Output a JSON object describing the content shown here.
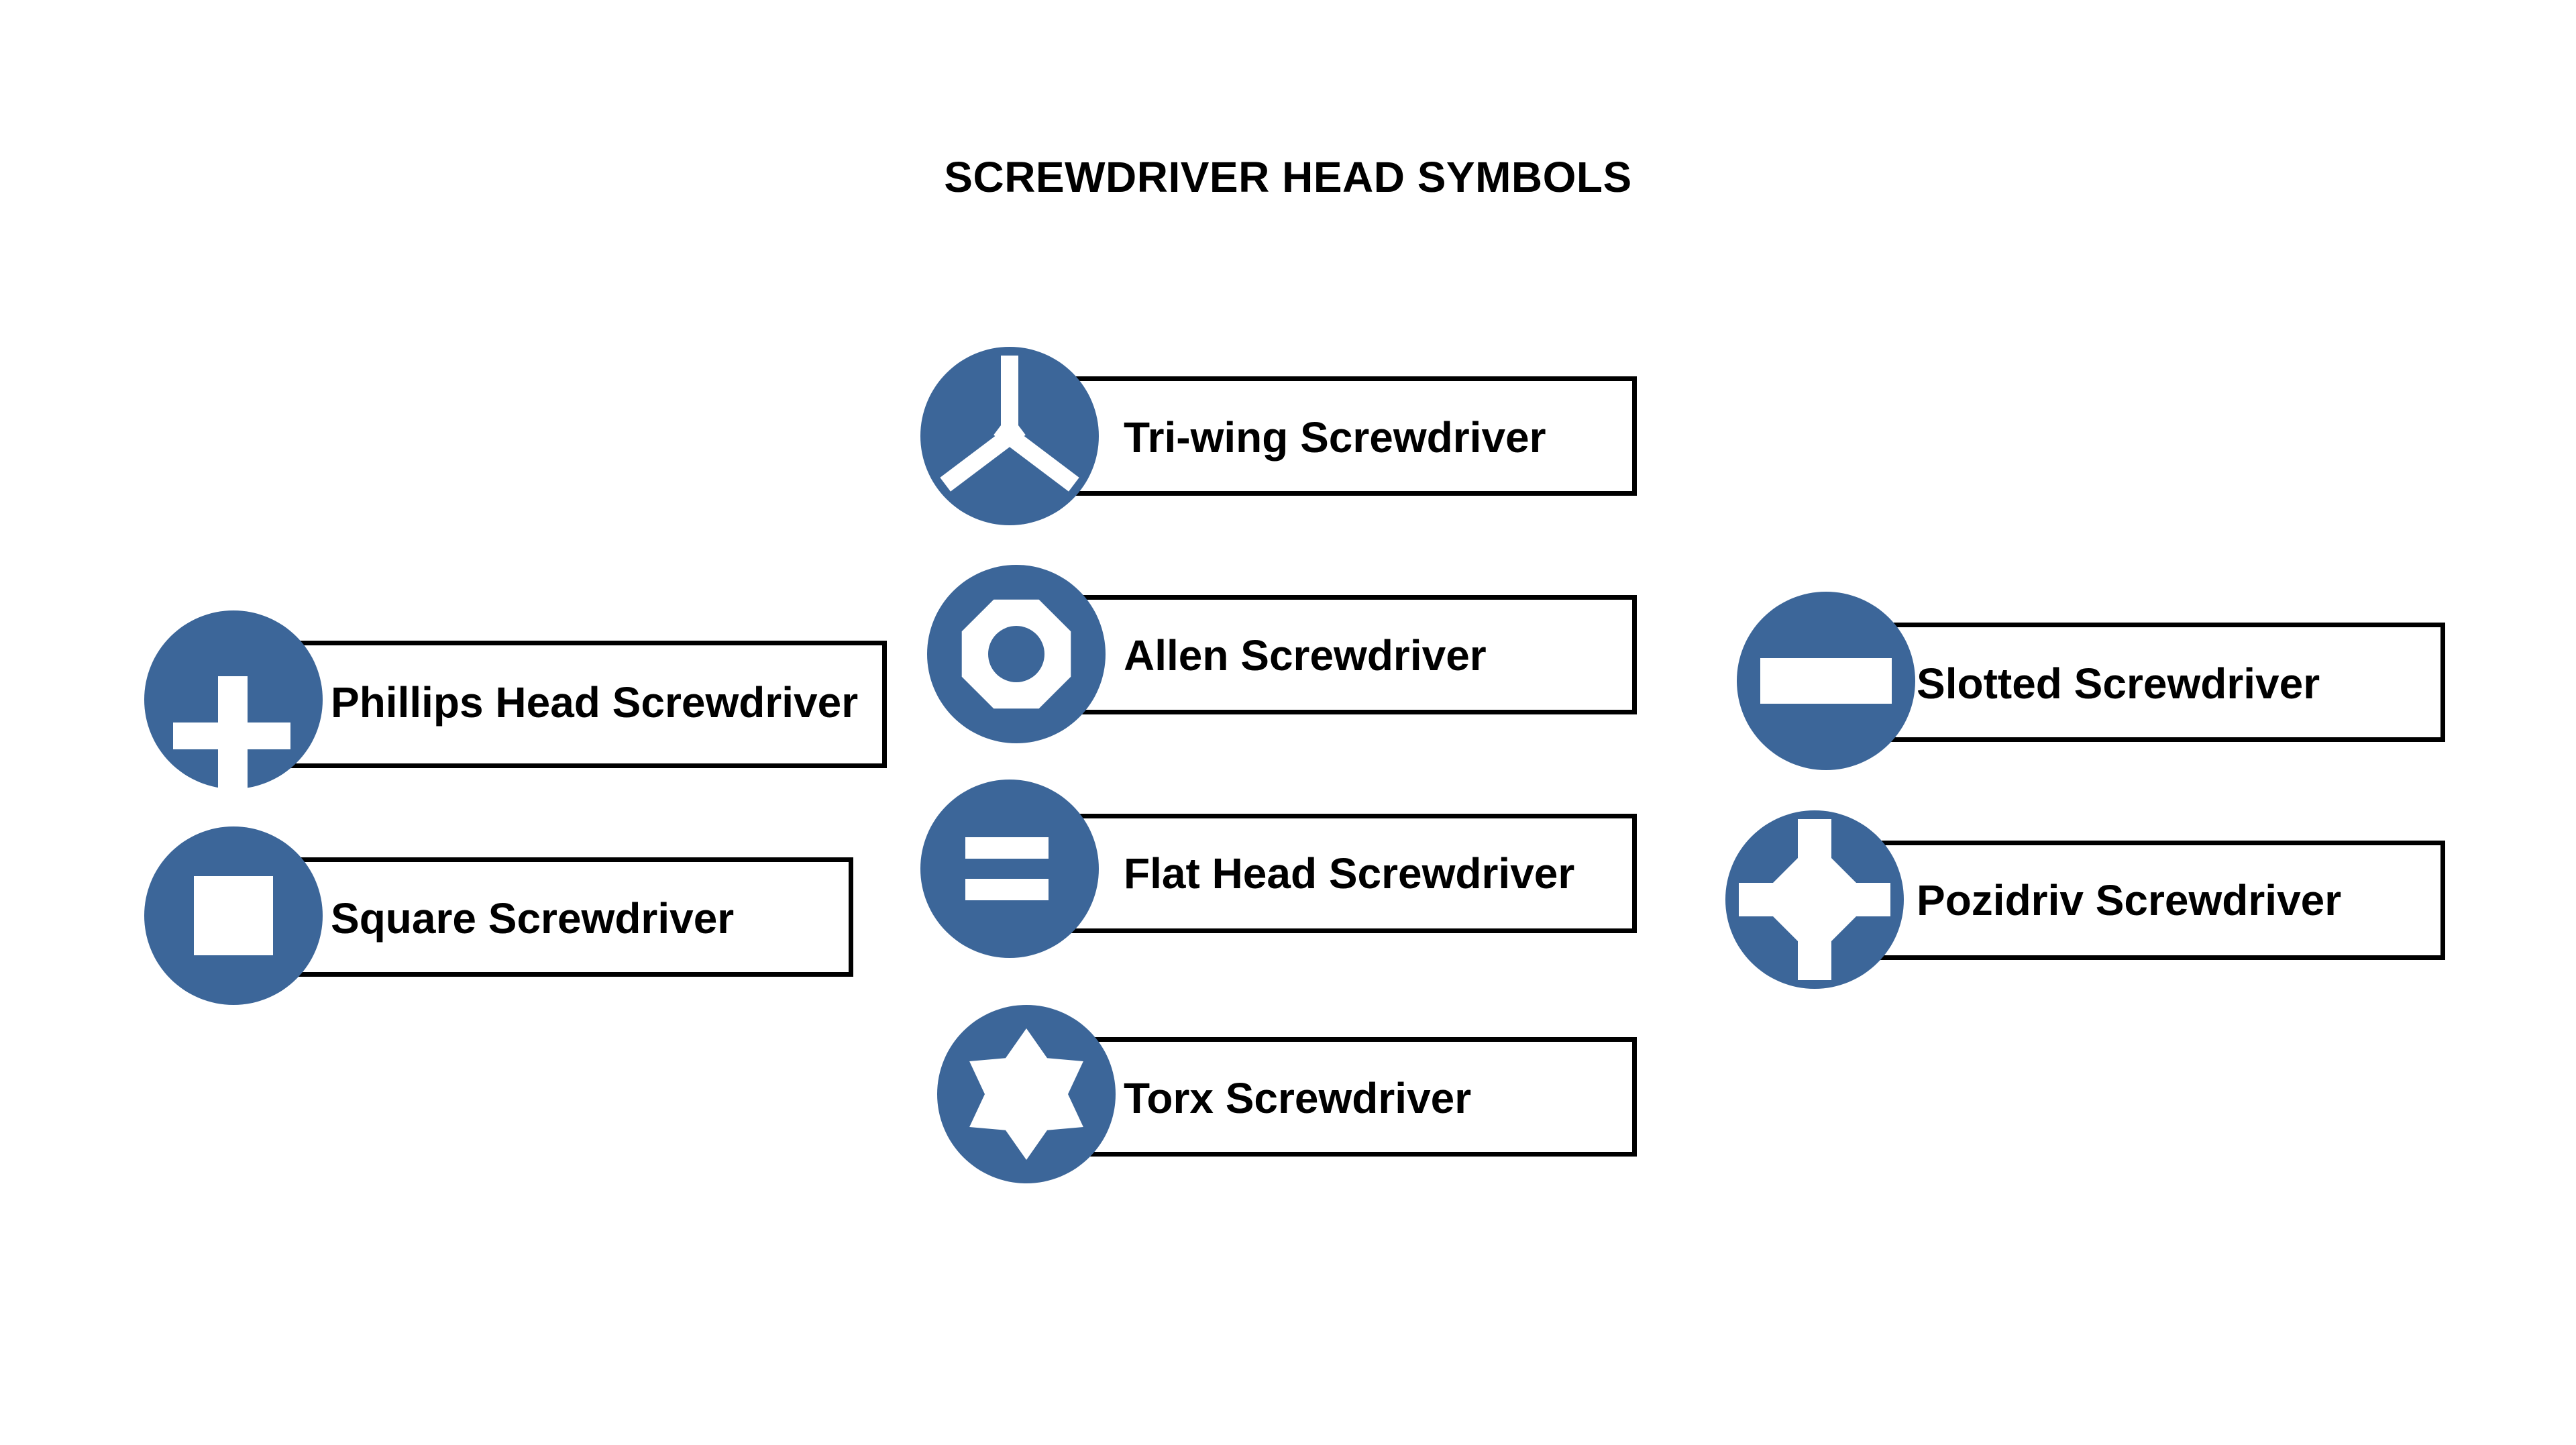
{
  "title": "SCREWDRIVER HEAD SYMBOLS",
  "colors": {
    "icon_fill": "#3c6699",
    "symbol_fill": "#ffffff",
    "border": "#000000",
    "background": "#ffffff"
  },
  "items": [
    {
      "id": "tri-wing",
      "label": "Tri-wing Screwdriver",
      "icon": "tri-wing-icon"
    },
    {
      "id": "allen",
      "label": "Allen Screwdriver",
      "icon": "allen-icon"
    },
    {
      "id": "flat-head",
      "label": "Flat Head Screwdriver",
      "icon": "flat-head-icon"
    },
    {
      "id": "torx",
      "label": "Torx Screwdriver",
      "icon": "torx-icon"
    },
    {
      "id": "phillips",
      "label": "Phillips Head Screwdriver",
      "icon": "phillips-icon"
    },
    {
      "id": "square",
      "label": "Square Screwdriver",
      "icon": "square-icon"
    },
    {
      "id": "slotted",
      "label": "Slotted Screwdriver",
      "icon": "slotted-icon"
    },
    {
      "id": "pozidriv",
      "label": "Pozidriv Screwdriver",
      "icon": "pozidriv-icon"
    }
  ]
}
